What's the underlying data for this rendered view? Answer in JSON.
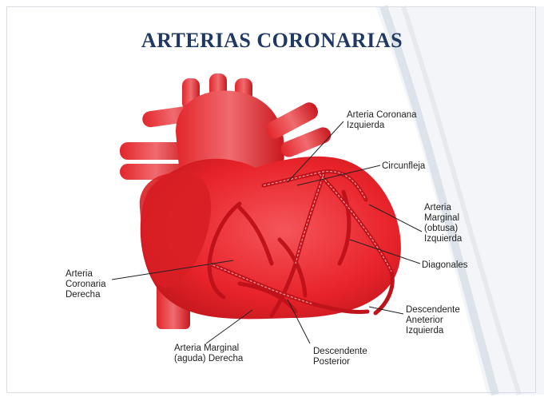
{
  "slide": {
    "title": "ARTERIAS CORONARIAS"
  },
  "labels": {
    "izq": "Arteria Coronana\nIzquierda",
    "circ": "Circunfleja",
    "marginal_izq": "Arteria\nMarginal\n(obtusa)\nIzquierda",
    "diag": "Diagonales",
    "derecha": "Arteria\nCoronaria\nDerecha",
    "desc_ant": "Descendente\nAneterior\nIzquierda",
    "marginal_der": "Arteria Marginal\n(aguda) Derecha",
    "desc_post": "Descendente\nPosterior"
  },
  "colors": {
    "title": "#1f3864",
    "heart": "#e8232a",
    "artery": "#d4141a"
  }
}
